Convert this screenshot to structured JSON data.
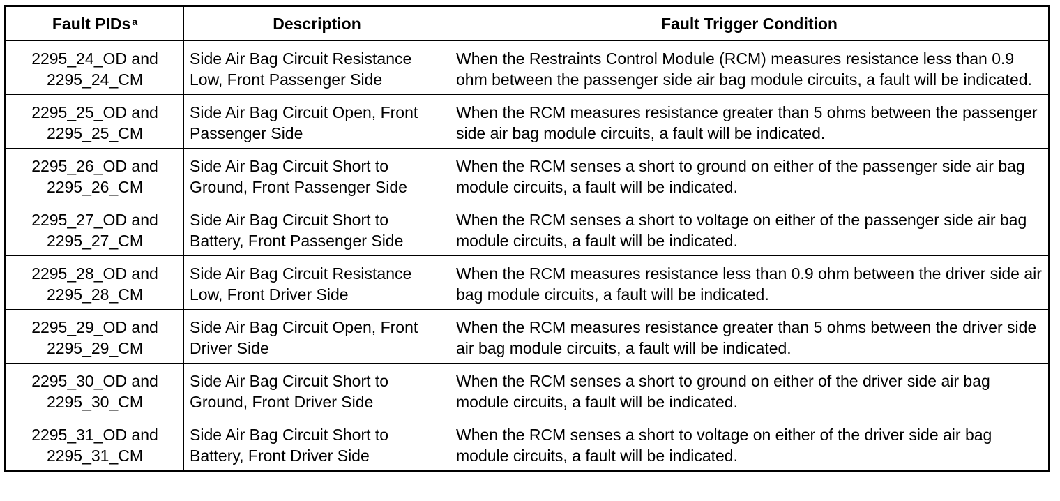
{
  "headers": {
    "col1": "Fault PIDs",
    "col1_sup": "a",
    "col2": "Description",
    "col3": "Fault Trigger Condition"
  },
  "rows": [
    {
      "pid1": "2295_24_OD and",
      "pid2": "2295_24_CM",
      "description": "Side Air Bag Circuit Resistance Low, Front Passenger Side",
      "condition": "When the Restraints Control Module (RCM) measures resistance less than 0.9 ohm between the passenger side air bag module circuits, a fault will be indicated."
    },
    {
      "pid1": "2295_25_OD and",
      "pid2": "2295_25_CM",
      "description": "Side Air Bag Circuit Open, Front Passenger Side",
      "condition": "When the RCM measures resistance greater than 5 ohms between the passenger side air bag module circuits, a fault will be indicated."
    },
    {
      "pid1": "2295_26_OD and",
      "pid2": "2295_26_CM",
      "description": "Side Air Bag Circuit Short to Ground, Front Passenger Side",
      "condition": "When the RCM senses a short to ground on either of the passenger side air bag module circuits, a fault will be indicated."
    },
    {
      "pid1": "2295_27_OD and",
      "pid2": "2295_27_CM",
      "description": "Side Air Bag Circuit Short to Battery, Front Passenger Side",
      "condition": "When the RCM senses a short to voltage on either of the passenger side air bag module circuits, a fault will be indicated."
    },
    {
      "pid1": "2295_28_OD and",
      "pid2": "2295_28_CM",
      "description": "Side Air Bag Circuit Resistance Low, Front Driver Side",
      "condition": "When the RCM measures resistance less than 0.9 ohm between the driver side air bag module circuits, a fault will be indicated."
    },
    {
      "pid1": "2295_29_OD and",
      "pid2": "2295_29_CM",
      "description": "Side Air Bag Circuit Open, Front Driver Side",
      "condition": "When the RCM measures resistance greater than 5 ohms between the driver side air bag module circuits, a fault will be indicated."
    },
    {
      "pid1": "2295_30_OD and",
      "pid2": "2295_30_CM",
      "description": "Side Air Bag Circuit Short to Ground, Front Driver Side",
      "condition": "When the RCM senses a short to ground on either of the driver side air bag module circuits, a fault will be indicated."
    },
    {
      "pid1": "2295_31_OD and",
      "pid2": "2295_31_CM",
      "description": "Side Air Bag Circuit Short to Battery, Front Driver Side",
      "condition": "When the RCM senses a short to voltage on either of the driver side air bag module circuits, a fault will be indicated."
    }
  ]
}
